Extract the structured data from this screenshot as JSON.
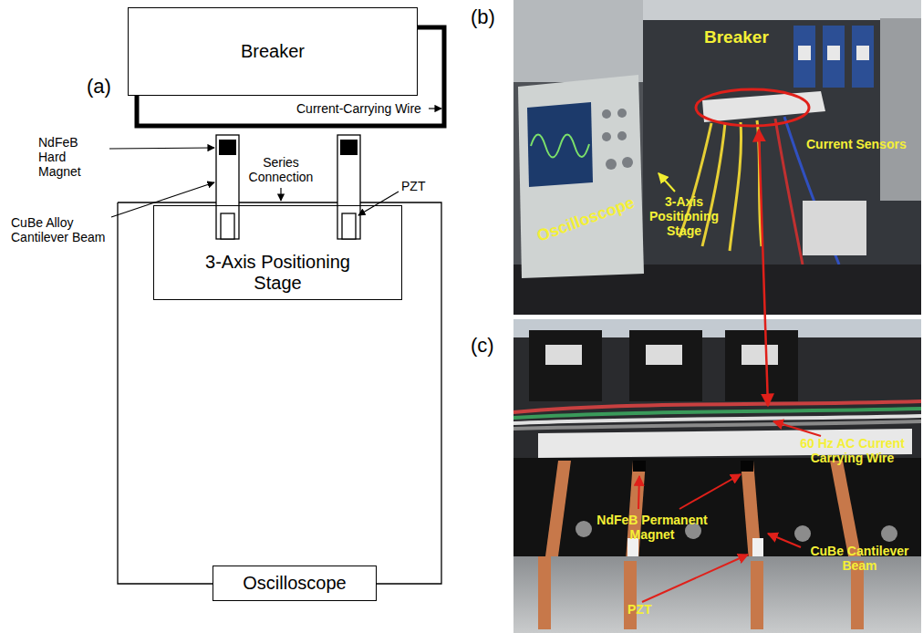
{
  "diagram": {
    "nodes": [
      {
        "text": [
          "Breaker"
        ]
      },
      {
        "text": [
          "3-Axis Positioning Stage"
        ]
      },
      {
        "text": [
          "Oscilloscope"
        ]
      }
    ],
    "labels": [
      "(a)",
      "Current-Carrying Wire",
      "NdFeB Hard Magnet",
      "Series Connection",
      "PZT",
      "CuBe Alloy Cantilever Beam",
      "(b)",
      "Oscilloscope",
      "Breaker",
      "3-Axis Positioning Stage",
      "Current Sensors",
      "(c)",
      "60 Hz AC Current Carrying Wire",
      "NdFeB Permanent Magnet",
      "CuBe Cantilever Beam",
      "PZT"
    ]
  }
}
